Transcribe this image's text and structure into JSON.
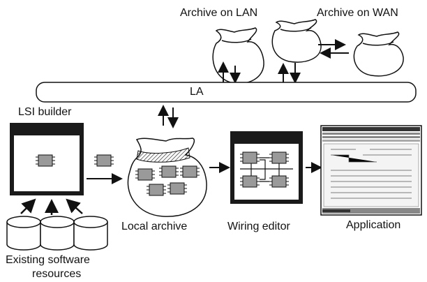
{
  "labels": {
    "archive_lan": "Archive on LAN",
    "archive_wan": "Archive on WAN",
    "la_bus": "LA",
    "lsi_builder": "LSI builder",
    "local_archive": "Local archive",
    "wiring_editor": "Wiring editor",
    "application": "Application",
    "existing_software_line1": "Existing software",
    "existing_software_line2": "resources"
  },
  "colors": {
    "stroke": "#111111",
    "window_titlebar": "#1a1a1a",
    "chip_fill": "#9a9a9a",
    "background": "#ffffff"
  },
  "icons": [
    "archive-bag-icon",
    "chip-icon",
    "database-cylinder-icon",
    "arrow-icon",
    "window-icon",
    "app-screenshot-icon"
  ]
}
